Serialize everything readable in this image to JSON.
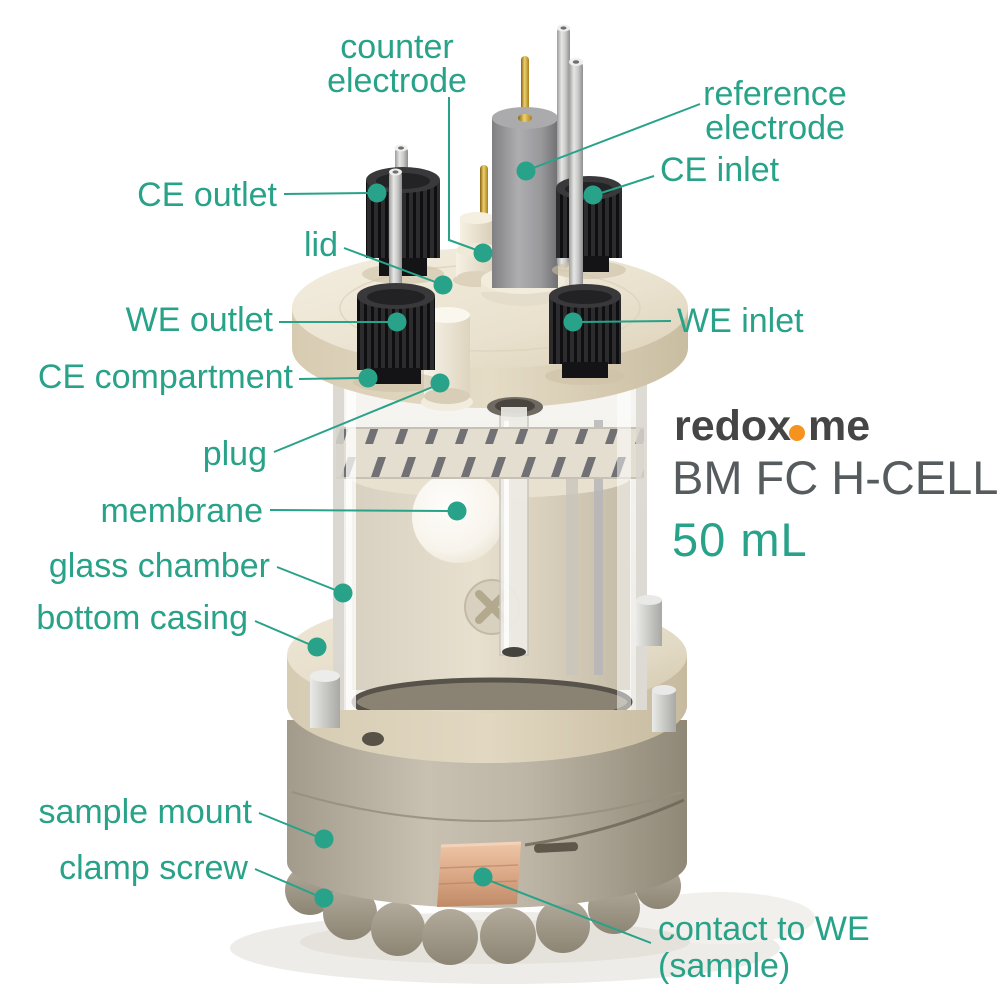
{
  "title": "BM FC H-CELL 50 mL labeled parts diagram",
  "colors": {
    "teal": "#28A288",
    "brand_dark": "#454545",
    "brand_gray": "#565C5E",
    "accent_orange": "#F6921E",
    "copper": "#D59B7C",
    "cream_body": "#E9E1CF",
    "black_fitting": "#222224",
    "gray_electrode": "#9B9B9D",
    "taupe_base": "#B5AD9D"
  },
  "brand": {
    "name_part1": "redox",
    "name_dot": ".",
    "name_part2": "me",
    "product": "BM FC H-CELL",
    "volume": "50 mL"
  },
  "callouts": {
    "counter_electrode": {
      "line1": "counter",
      "line2": "electrode"
    },
    "reference_electrode": {
      "line1": "reference",
      "line2": "electrode"
    },
    "ce_outlet": {
      "text": "CE outlet"
    },
    "ce_inlet": {
      "text": "CE inlet"
    },
    "lid": {
      "text": "lid"
    },
    "we_outlet": {
      "text": "WE outlet"
    },
    "we_inlet": {
      "text": "WE inlet"
    },
    "ce_compartment": {
      "text": "CE compartment"
    },
    "plug": {
      "text": "plug"
    },
    "membrane": {
      "text": "membrane"
    },
    "glass_chamber": {
      "text": "glass chamber"
    },
    "bottom_casing": {
      "text": "bottom casing"
    },
    "sample_mount": {
      "text": "sample mount"
    },
    "clamp_screw": {
      "text": "clamp screw"
    },
    "contact_to_we": {
      "line1": "contact to WE",
      "line2": "(sample)"
    }
  }
}
